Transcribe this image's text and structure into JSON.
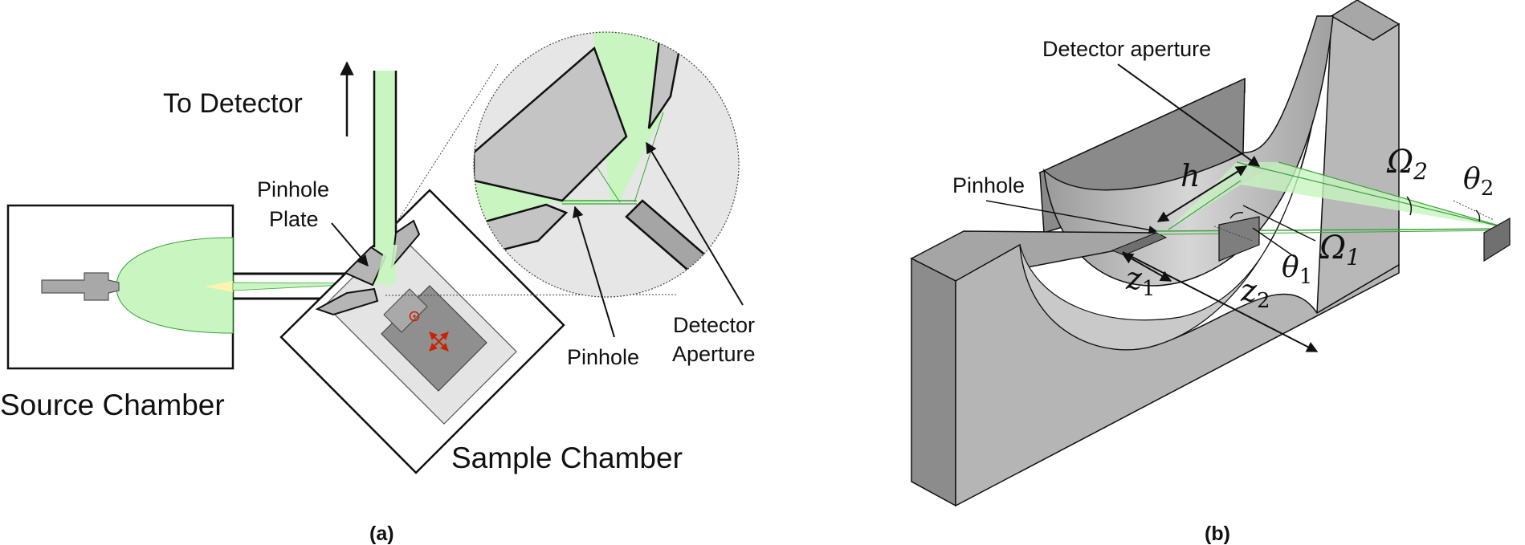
{
  "panel_a": {
    "caption": "(a)",
    "to_detector": "To Detector",
    "pinhole_plate_line1": "Pinhole",
    "pinhole_plate_line2": "Plate",
    "source_chamber": "Source Chamber",
    "sample_chamber": "Sample Chamber",
    "pinhole": "Pinhole",
    "detector_aperture_line1": "Detector",
    "detector_aperture_line2": "Aperture"
  },
  "panel_b": {
    "caption": "(b)",
    "detector_aperture": "Detector aperture",
    "pinhole": "Pinhole",
    "h": "h",
    "z1": "z",
    "z1_sub": "1",
    "z2": "z",
    "z2_sub": "2",
    "theta1": "θ",
    "theta1_sub": "1",
    "omega1": "Ω",
    "omega1_sub": "1",
    "omega2": "Ω",
    "omega2_sub": "2",
    "theta2": "θ",
    "theta2_sub": "2"
  },
  "colors": {
    "beam_fill": "#c8f5c0",
    "beam_line": "#3aa33a",
    "metal": "#bdbdbd",
    "dark_metal": "#8c8c8c",
    "marker_red": "#cc2200"
  }
}
